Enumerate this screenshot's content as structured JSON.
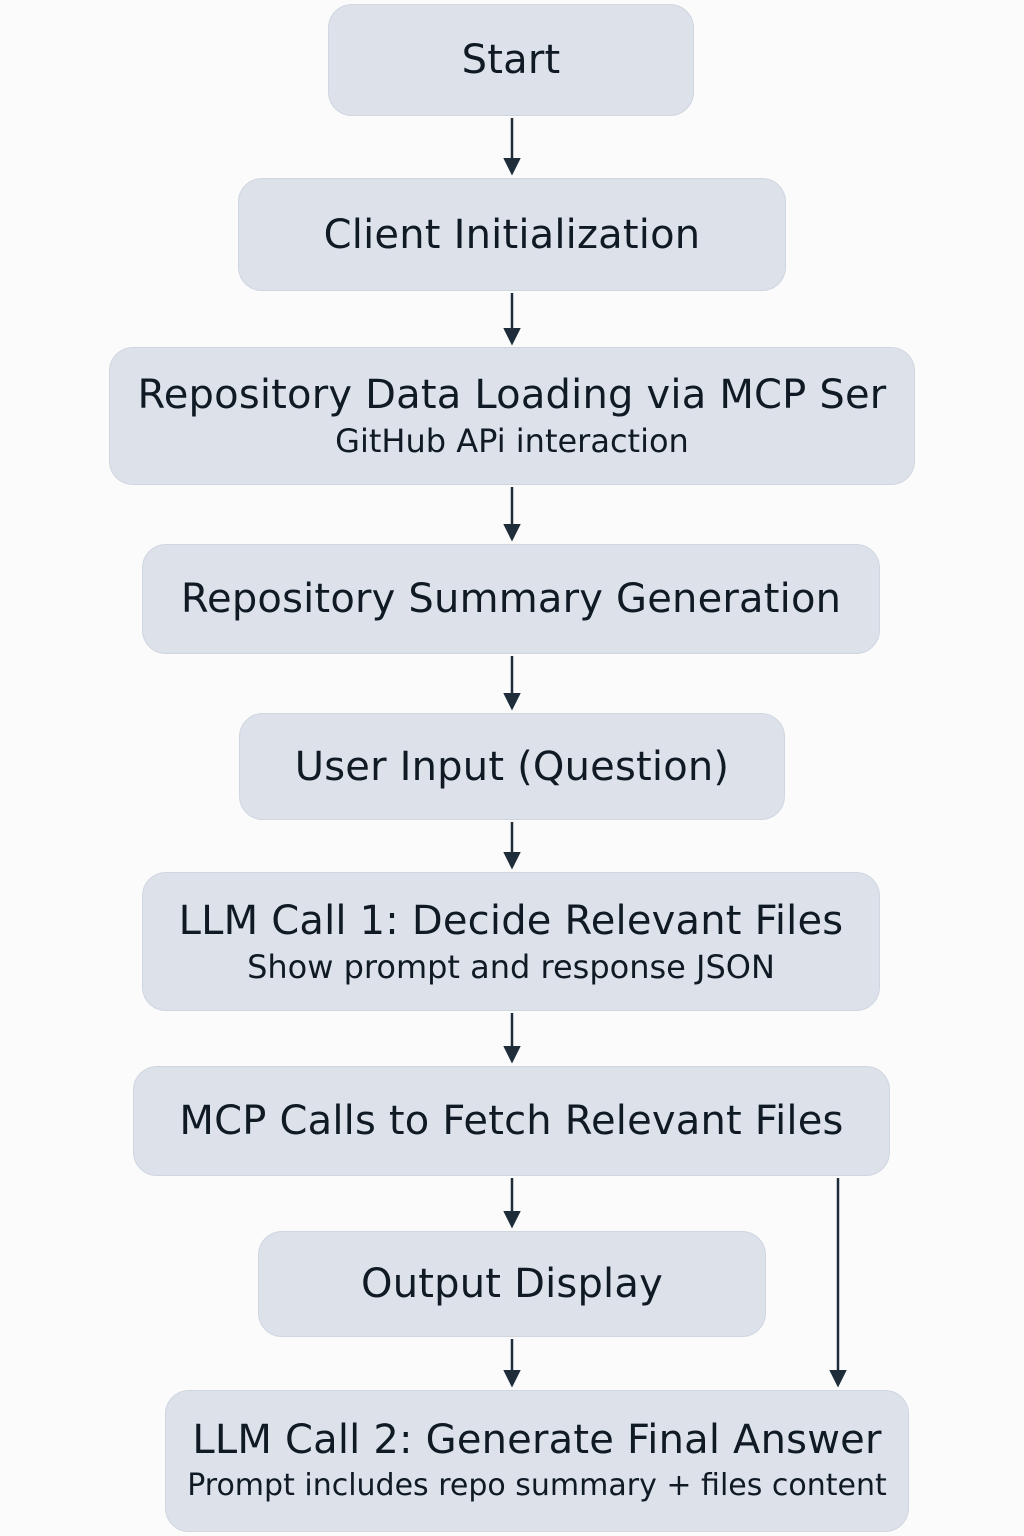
{
  "steps": [
    {
      "title": "Start",
      "subtitle": ""
    },
    {
      "title": "Client Initialization",
      "subtitle": ""
    },
    {
      "title": "Repository Data Loading via MCP Ser",
      "subtitle": "GitHub APi interaction"
    },
    {
      "title": "Repository Summary Generation",
      "subtitle": ""
    },
    {
      "title": "User Input (Question)",
      "subtitle": ""
    },
    {
      "title": "LLM Call 1: Decide Relevant Files",
      "subtitle": "Show prompt and response JSON"
    },
    {
      "title": "MCP Calls to Fetch Relevant Files",
      "subtitle": ""
    },
    {
      "title": "Output Display",
      "subtitle": ""
    },
    {
      "title": "LLM Call 2: Generate Final Answer",
      "subtitle": "Prompt includes repo summary + files content"
    }
  ],
  "colors": {
    "node_fill": "#dde2ea",
    "arrow": "#1f2d3a",
    "text": "#0f1a24",
    "background": "#fbfbfc"
  }
}
